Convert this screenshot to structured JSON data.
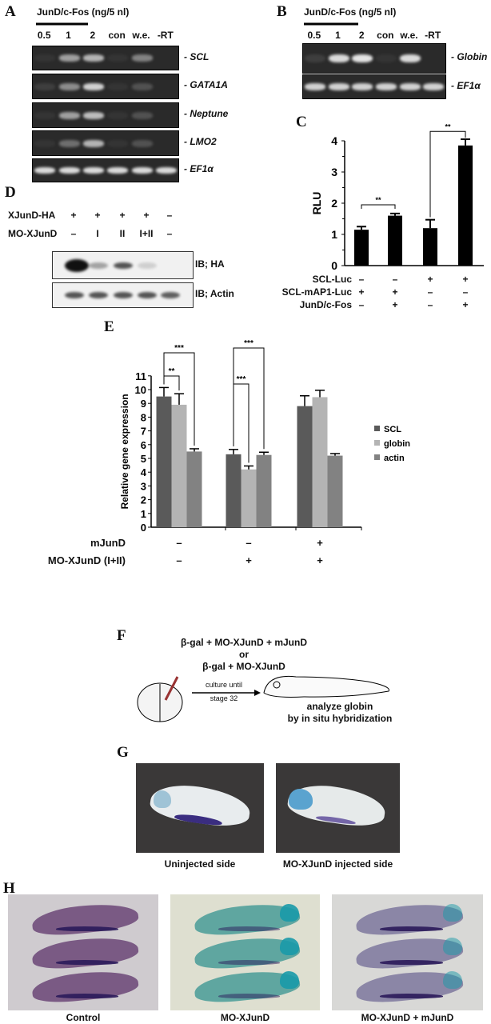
{
  "panels": {
    "A": "A",
    "B": "B",
    "C": "C",
    "D": "D",
    "E": "E",
    "F": "F",
    "G": "G",
    "H": "H"
  },
  "panelA": {
    "header": "JunD/c-Fos (ng/5 nl)",
    "lanes": [
      "0.5",
      "1",
      "2",
      "con",
      "w.e.",
      "-RT"
    ],
    "genes": [
      {
        "label": "- SCL",
        "bands": [
          0.05,
          0.6,
          0.7,
          0.05,
          0.45,
          0
        ]
      },
      {
        "label": "- GATA1A",
        "bands": [
          0.1,
          0.5,
          0.85,
          0.05,
          0.2,
          0
        ]
      },
      {
        "label": "- Neptune",
        "bands": [
          0.05,
          0.6,
          0.75,
          0.05,
          0.2,
          0
        ]
      },
      {
        "label": "- LMO2",
        "bands": [
          0.05,
          0.35,
          0.7,
          0.05,
          0.2,
          0
        ]
      },
      {
        "label": "- EF1α",
        "bands": [
          0.9,
          0.9,
          0.9,
          0.9,
          0.9,
          0.9
        ]
      }
    ]
  },
  "panelB": {
    "header": "JunD/c-Fos (ng/5 nl)",
    "lanes": [
      "0.5",
      "1",
      "2",
      "con",
      "w.e.",
      "-RT"
    ],
    "genes": [
      {
        "label": "- Globin",
        "bands": [
          0.1,
          0.9,
          0.95,
          0.05,
          0.9,
          0
        ]
      },
      {
        "label": "- EF1α",
        "bands": [
          0.85,
          0.85,
          0.85,
          0.85,
          0.85,
          0.85
        ]
      }
    ]
  },
  "panelD": {
    "rows": [
      {
        "label": "XJunD-HA",
        "values": [
          "+",
          "+",
          "+",
          "+",
          "–"
        ]
      },
      {
        "label": "MO-XJunD",
        "values": [
          "–",
          "I",
          "II",
          "I+II",
          "–"
        ]
      }
    ],
    "blots": [
      {
        "label": "IB; HA",
        "bands": [
          1.0,
          0.35,
          0.7,
          0.15,
          0
        ]
      },
      {
        "label": "IB; Actin",
        "bands": [
          0.7,
          0.7,
          0.7,
          0.7,
          0.65
        ]
      }
    ]
  },
  "chart_data": [
    {
      "id": "C",
      "type": "bar",
      "ylabel": "RLU",
      "ylim": [
        0,
        4
      ],
      "yticks": [
        "0",
        "1",
        "2",
        "3",
        "4"
      ],
      "values": [
        1.15,
        1.6,
        1.2,
        3.85
      ],
      "errors": [
        0.1,
        0.07,
        0.27,
        0.2
      ],
      "significance": [
        {
          "pair": [
            0,
            1
          ],
          "label": "**"
        },
        {
          "pair": [
            2,
            3
          ],
          "label": "**"
        }
      ],
      "conditions": [
        {
          "label": "SCL-Luc",
          "values": [
            "–",
            "–",
            "+",
            "+"
          ]
        },
        {
          "label": "SCL-mAP1-Luc",
          "values": [
            "+",
            "+",
            "–",
            "–"
          ]
        },
        {
          "label": "JunD/c-Fos",
          "values": [
            "–",
            "+",
            "–",
            "+"
          ]
        }
      ],
      "color": "#000000"
    },
    {
      "id": "E",
      "type": "bar",
      "ylabel": "Relative gene expression",
      "ylim": [
        0,
        11
      ],
      "yticks": [
        "0",
        "1",
        "2",
        "3",
        "4",
        "5",
        "6",
        "7",
        "8",
        "9",
        "10",
        "11"
      ],
      "series": [
        {
          "name": "SCL",
          "values": [
            9.5,
            5.3,
            8.8
          ],
          "errors": [
            0.65,
            0.35,
            0.75
          ],
          "color": "#5a5a5a"
        },
        {
          "name": "globin",
          "values": [
            8.9,
            4.2,
            9.45
          ],
          "errors": [
            0.8,
            0.25,
            0.5
          ],
          "color": "#b4b4b4"
        },
        {
          "name": "actin",
          "values": [
            5.5,
            5.25,
            5.2
          ],
          "errors": [
            0.2,
            0.2,
            0.15
          ],
          "color": "#828282"
        }
      ],
      "significance": [
        "**",
        "***",
        "***",
        "***"
      ],
      "conditions": [
        {
          "label": "mJunD",
          "values": [
            "–",
            "–",
            "+"
          ]
        },
        {
          "label": "MO-XJunD (I+II)",
          "values": [
            "–",
            "+",
            "+"
          ]
        }
      ],
      "legend": "right"
    }
  ],
  "panelF": {
    "line1": "β-gal + MO-XJunD + mJunD",
    "line2": "or",
    "line3": "β-gal + MO-XJunD",
    "arrow_top": "culture until",
    "arrow_bottom": "stage 32",
    "result1": "analyze globin",
    "result2": "by in situ hybridization"
  },
  "panelG": {
    "captions": [
      "Uninjected side",
      "MO-XJunD injected side"
    ]
  },
  "panelH": {
    "captions": [
      "Control",
      "MO-XJunD",
      "MO-XJunD + mJunD"
    ]
  }
}
